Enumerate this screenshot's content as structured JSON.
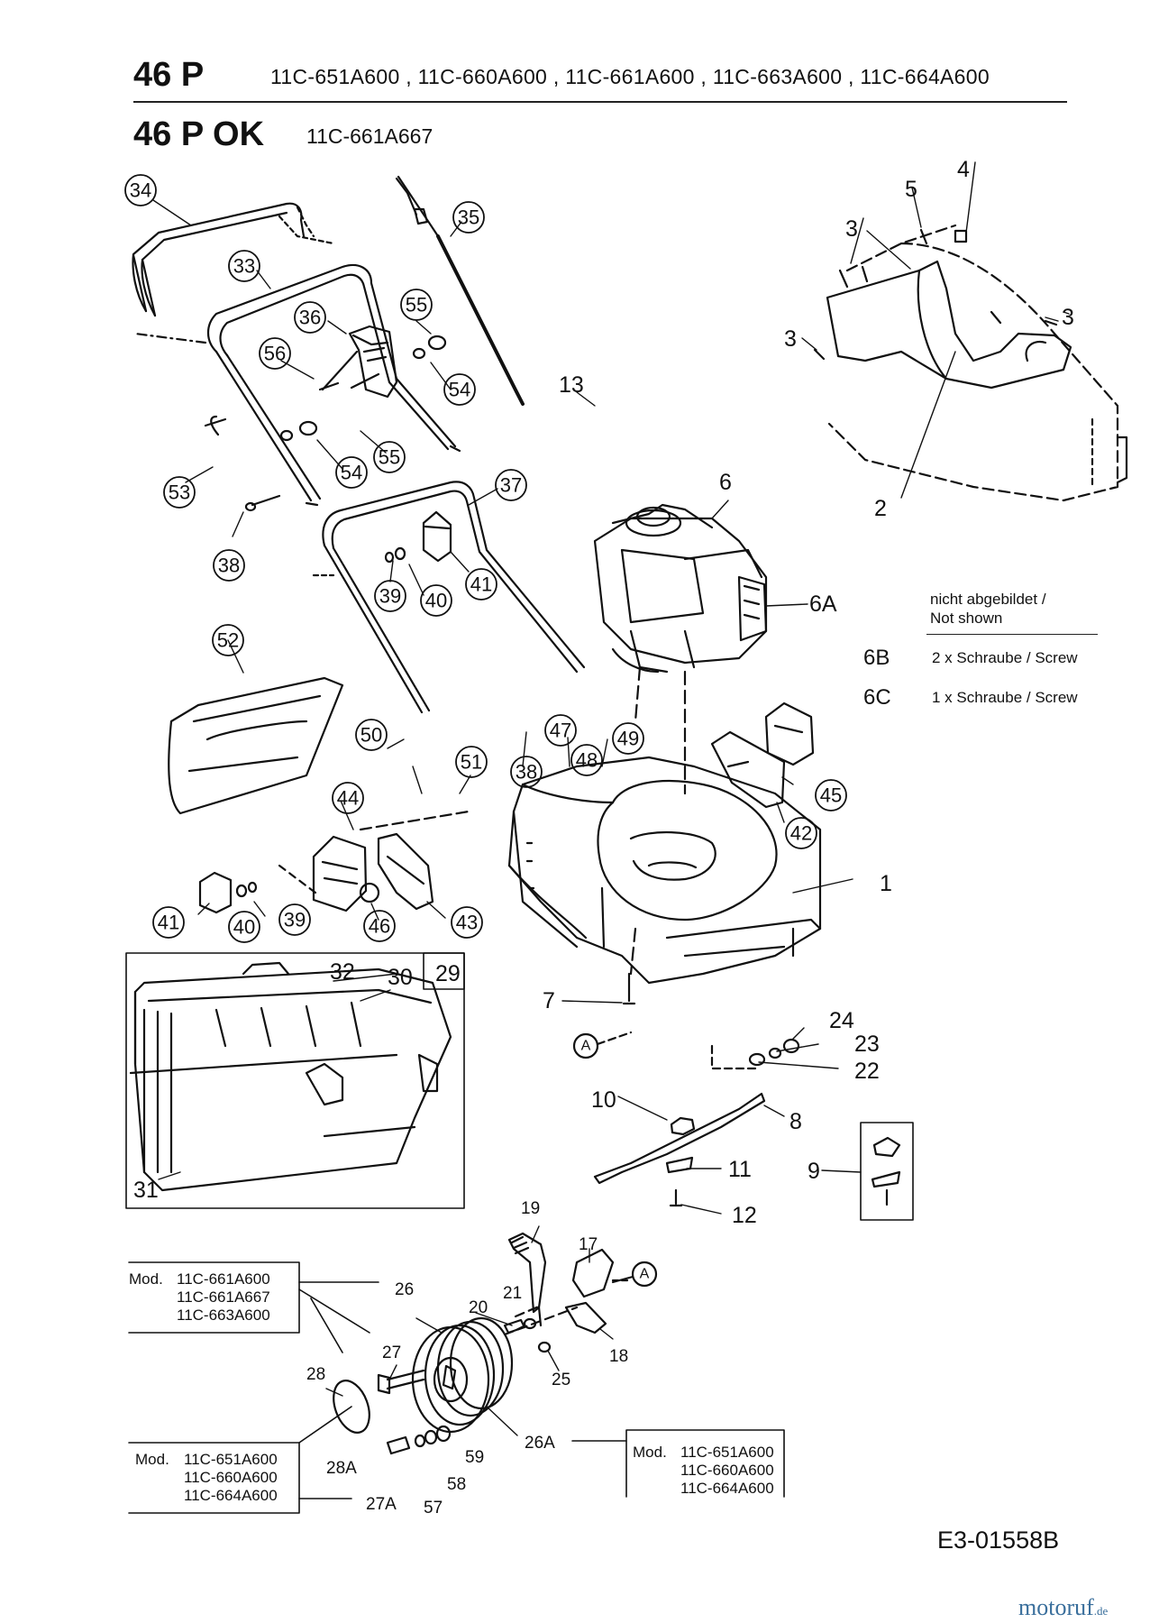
{
  "header": {
    "model": "46 P",
    "model_numbers": "11C-651A600 , 11C-660A600 , 11C-661A600 , 11C-663A600 , 11C-664A600",
    "sub_model": "46 P OK",
    "sub_model_number": "11C-661A667"
  },
  "not_shown": {
    "heading_line1": "nicht abgebildet /",
    "heading_line2": "Not shown",
    "items": [
      {
        "key": "6B",
        "text": "2 x Schraube / Screw"
      },
      {
        "key": "6C",
        "text": "1 x Schraube / Screw"
      }
    ]
  },
  "callouts_circled": [
    "34",
    "33",
    "35",
    "55",
    "36",
    "56",
    "54",
    "55",
    "54",
    "53",
    "38",
    "37",
    "39",
    "40",
    "41",
    "52",
    "50",
    "51",
    "38",
    "47",
    "48",
    "49",
    "45",
    "42",
    "44",
    "41",
    "40",
    "39",
    "46",
    "43"
  ],
  "callouts_plain": [
    "5",
    "4",
    "3",
    "3",
    "3",
    "3",
    "2",
    "13",
    "6",
    "6A",
    "1",
    "7",
    "24",
    "23",
    "22",
    "10",
    "8",
    "11",
    "12",
    "9",
    "32",
    "30",
    "29",
    "31",
    "19",
    "17",
    "20",
    "21",
    "26",
    "25",
    "18",
    "27",
    "28",
    "28A",
    "27A",
    "57",
    "58",
    "59",
    "26A"
  ],
  "marker_a": "A",
  "model_boxes": {
    "box1": {
      "prefix": "Mod.",
      "lines": [
        "11C-661A600",
        "11C-661A667",
        "11C-663A600"
      ]
    },
    "box2": {
      "prefix": "Mod.",
      "lines": [
        "11C-651A600",
        "11C-660A600",
        "11C-664A600"
      ]
    },
    "box3": {
      "prefix": "Mod.",
      "lines": [
        "11C-651A600",
        "11C-660A600",
        "11C-664A600"
      ]
    }
  },
  "drawing_code": "E3-01558B",
  "watermark": {
    "name": "motoruf",
    "tld": ".de"
  }
}
